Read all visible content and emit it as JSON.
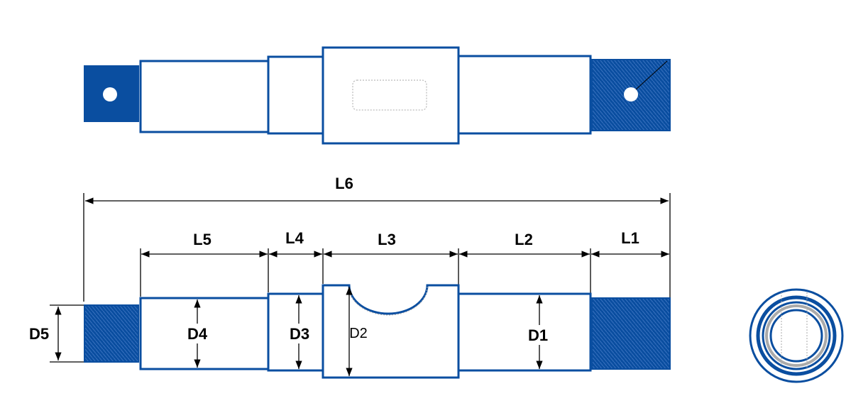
{
  "colors": {
    "part": "#0a4ea0",
    "dimension": "#000000",
    "hidden": "#aaaaaa"
  },
  "dimensions": {
    "overall_length": "L6",
    "lengths": [
      "L1",
      "L2",
      "L3",
      "L4",
      "L5"
    ],
    "diameters": [
      "D1",
      "D2",
      "D3",
      "D4",
      "D5"
    ]
  }
}
